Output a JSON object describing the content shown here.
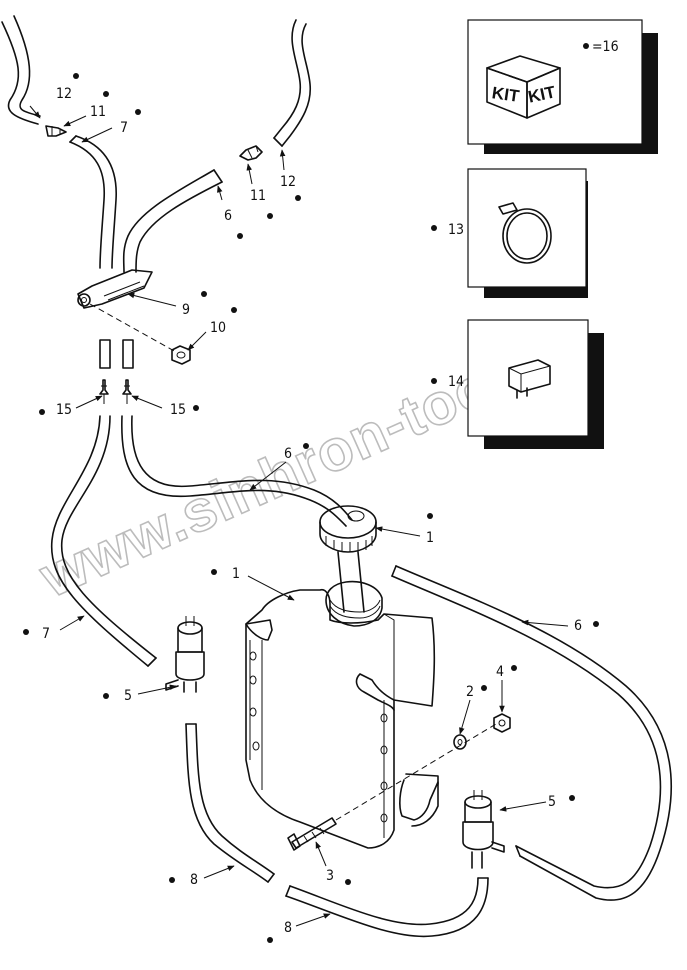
{
  "diagram": {
    "watermark": "www.sinhron-too.kz",
    "kit_text_left": "KIT",
    "kit_text_right": "KIT",
    "legend_kit_label": "=16",
    "callouts": {
      "c1a": "1",
      "c1b": "1",
      "c2": "2",
      "c3": "3",
      "c4": "4",
      "c5a": "5",
      "c5b": "5",
      "c6a": "6",
      "c6b": "6",
      "c6c": "6",
      "c7a": "7",
      "c7b": "7",
      "c8a": "8",
      "c8b": "8",
      "c9": "9",
      "c10": "10",
      "c11a": "11",
      "c11b": "11",
      "c12a": "12",
      "c12b": "12",
      "c13": "13",
      "c14": "14",
      "c15a": "15",
      "c15b": "15"
    }
  }
}
